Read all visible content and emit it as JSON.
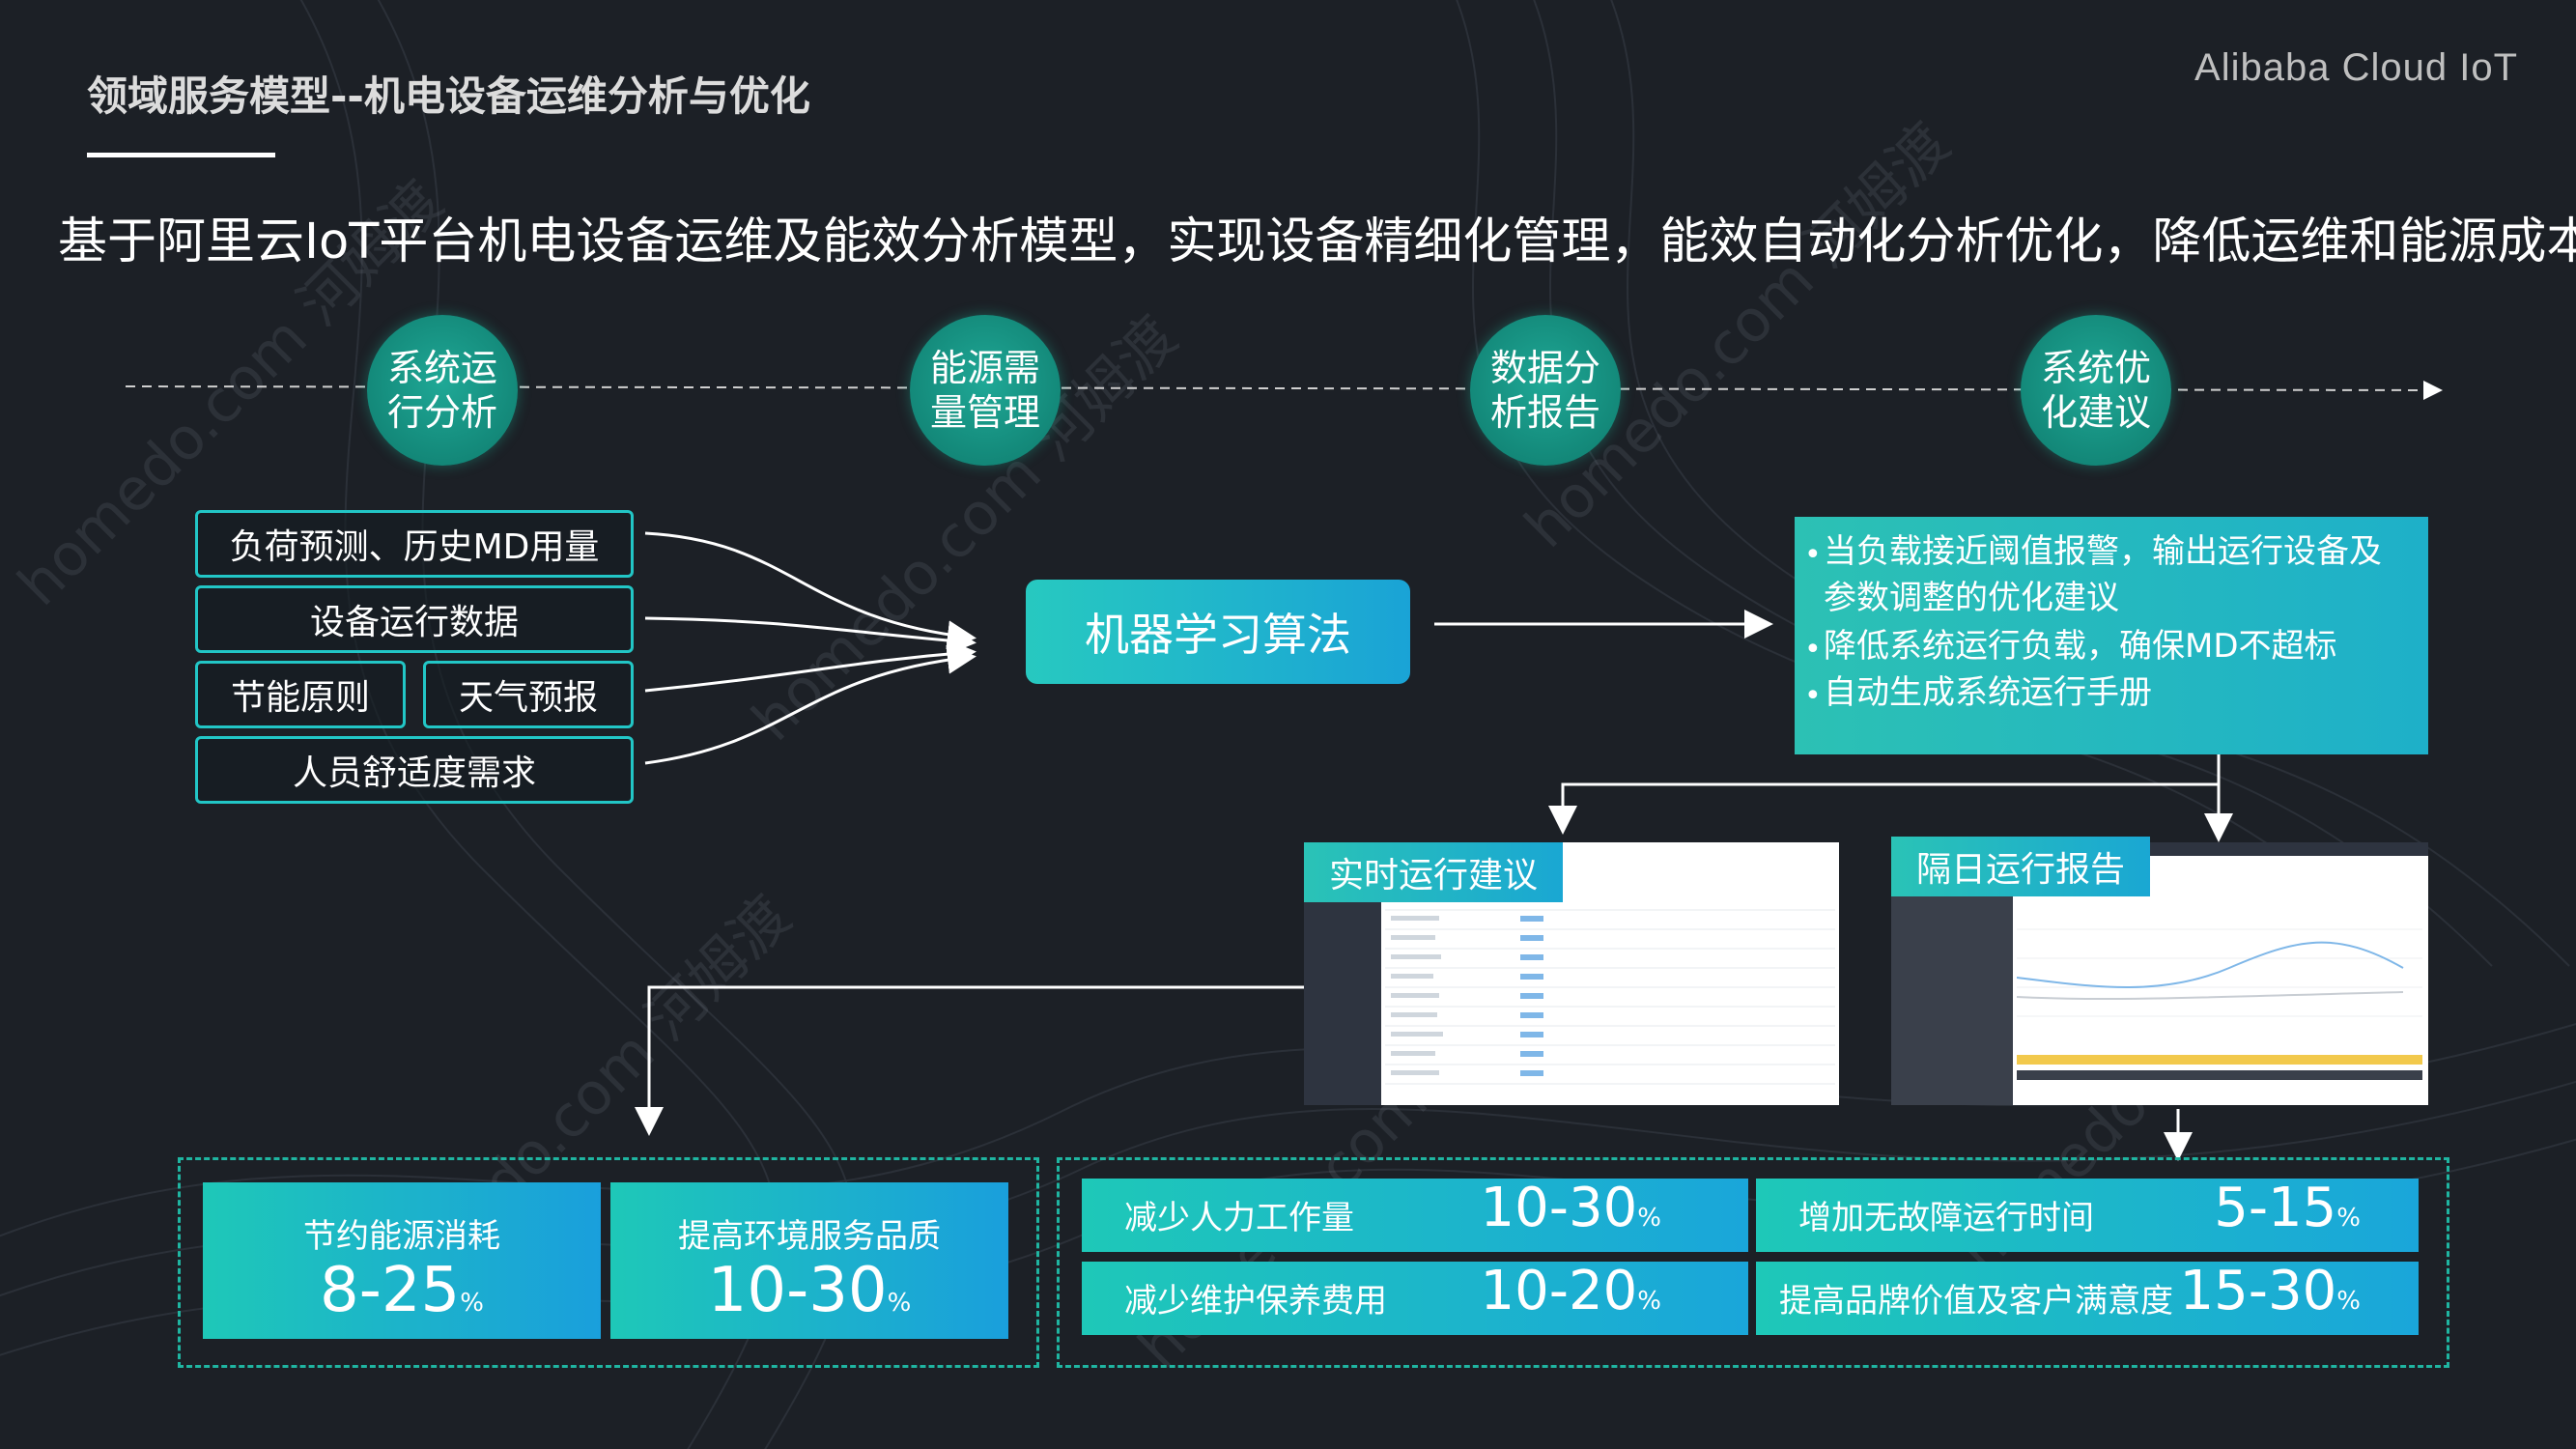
{
  "title": "领域服务模型--机电设备运维分析与优化",
  "brand": "Alibaba Cloud IoT",
  "headline": "基于阿里云IoT平台机电设备运维及能效分析模型，实现设备精细化管理，能效自动化分析优化，降低运维和能源成本",
  "stages": [
    {
      "label": "系统运行分析"
    },
    {
      "label": "能源需量管理"
    },
    {
      "label": "数据分析报告"
    },
    {
      "label": "系统优化建议"
    }
  ],
  "inputs": {
    "load": "负荷预测、历史MD用量",
    "equipment": "设备运行数据",
    "energy_principle": "节能原则",
    "weather": "天气预报",
    "comfort": "人员舒适度需求"
  },
  "ml": "机器学习算法",
  "advice": [
    "当负载接近阈值报警，输出运行设备及参数调整的优化建议",
    "降低系统运行负载，确保MD不超标",
    "自动生成系统运行手册"
  ],
  "screenshots": {
    "realtime": "实时运行建议",
    "nextday": "隔日运行报告"
  },
  "results": {
    "energy": {
      "label": "节约能源消耗",
      "value": "8-25",
      "unit": "%"
    },
    "environment": {
      "label": "提高环境服务品质",
      "value": "10-30",
      "unit": "%"
    },
    "labor": {
      "label": "减少人力工作量",
      "value": "10-30",
      "unit": "%"
    },
    "maintenance": {
      "label": "减少维护保养费用",
      "value": "10-20",
      "unit": "%"
    },
    "uptime": {
      "label": "增加无故障运行时间",
      "value": "5-15",
      "unit": "%"
    },
    "brand": {
      "label": "提高品牌价值及客户满意度",
      "value": "15-30",
      "unit": "%"
    }
  },
  "watermark": "homedo.com 河姆渡"
}
